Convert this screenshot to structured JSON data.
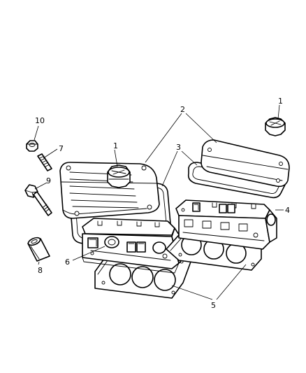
{
  "callouts": [
    {
      "id": "1a",
      "text": "1"
    },
    {
      "id": "1b",
      "text": "1"
    },
    {
      "id": "2",
      "text": "2"
    },
    {
      "id": "3",
      "text": "3"
    },
    {
      "id": "4",
      "text": "4"
    },
    {
      "id": "5",
      "text": "5"
    },
    {
      "id": "6",
      "text": "6"
    },
    {
      "id": "7",
      "text": "7"
    },
    {
      "id": "8",
      "text": "8"
    },
    {
      "id": "9",
      "text": "9"
    },
    {
      "id": "10",
      "text": "10"
    }
  ]
}
